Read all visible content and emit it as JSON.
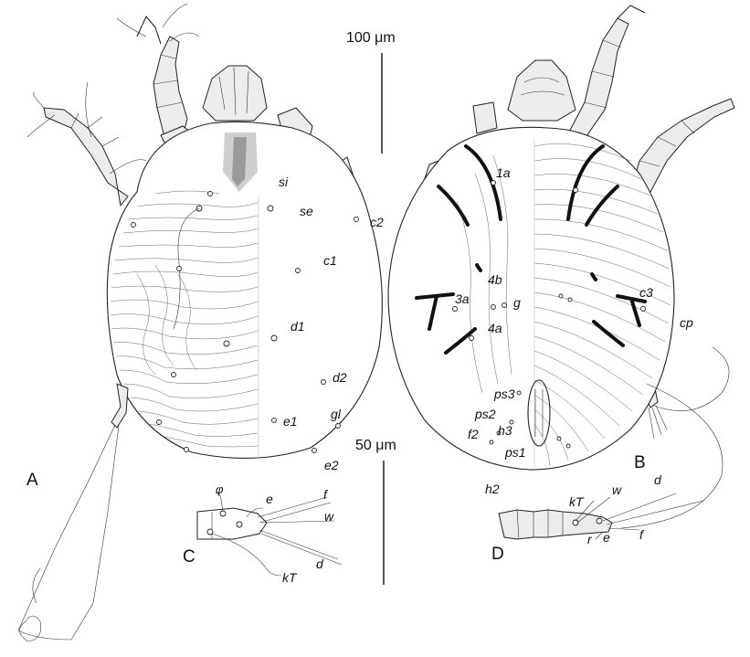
{
  "figure": {
    "panels": {
      "A": "A",
      "B": "B",
      "C": "C",
      "D": "D"
    },
    "scale_bars": {
      "top": "100 μm",
      "bottom": "50 μm"
    },
    "dorsal_setae": {
      "si": "si",
      "se": "se",
      "c2": "c2",
      "c1": "c1",
      "d1": "d1",
      "d2": "d2",
      "e1": "e1",
      "gl": "gl",
      "e2": "e2"
    },
    "ventral_setae": {
      "1a": "1a",
      "4b": "4b",
      "3a": "3a",
      "g": "g",
      "4a": "4a",
      "c3": "c3",
      "cp": "cp",
      "ps3": "ps3",
      "ps2": "ps2",
      "h3": "h3",
      "f2": "f2",
      "ps1": "ps1",
      "h2": "h2"
    },
    "tarsus_C_setae": {
      "phi": "φ",
      "e": "e",
      "f": "f",
      "w": "w",
      "kT": "kT",
      "d": "d"
    },
    "tarsus_D_setae": {
      "kT": "kT",
      "w": "w",
      "d": "d",
      "r": "r",
      "e": "e",
      "f": "f"
    }
  }
}
